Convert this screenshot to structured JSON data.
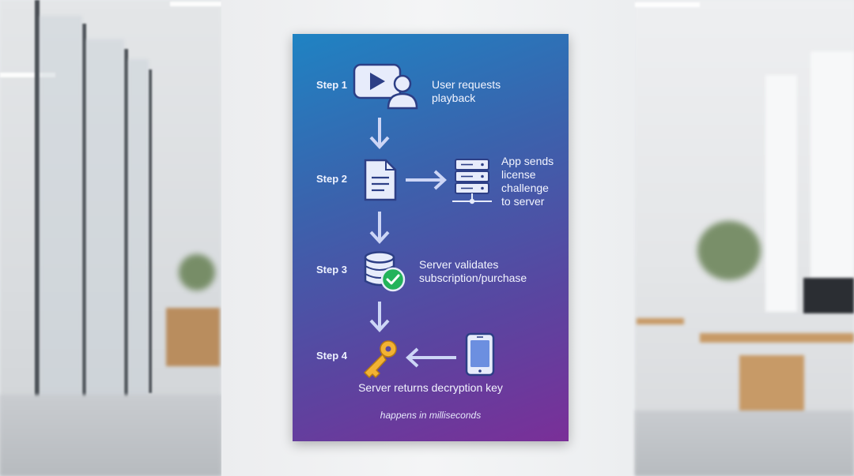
{
  "steps": [
    {
      "label": "Step 1",
      "text": "User requests\nplayback"
    },
    {
      "label": "Step 2",
      "text": "App sends\nlicense\nchallenge\nto server"
    },
    {
      "label": "Step 3",
      "text": "Server validates\nsubscription/purchase"
    },
    {
      "label": "Step 4",
      "text": "Server returns decryption key"
    }
  ],
  "note": "happens in milliseconds",
  "colors": {
    "poster_top": "#1f83c3",
    "poster_bottom": "#7a2f98",
    "icon_fill": "#e7ecfb",
    "icon_stroke": "#2d3f86",
    "arrow": "#cdd6f6",
    "key": "#f2b233",
    "check": "#23b35a"
  }
}
